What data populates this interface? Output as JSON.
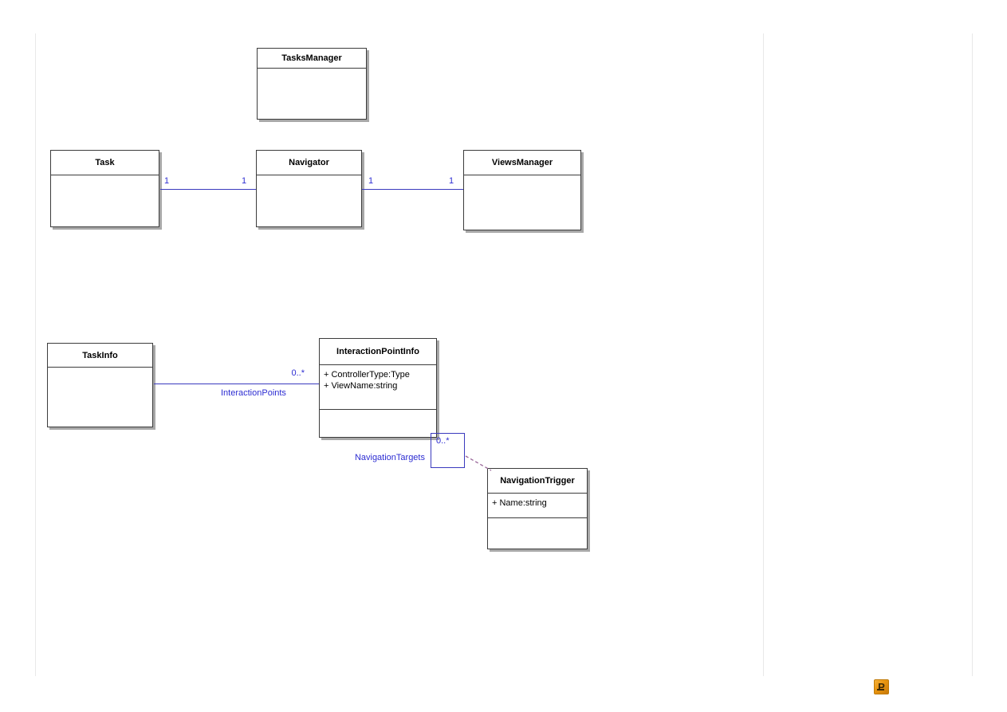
{
  "diagram": {
    "classes": {
      "tasksmanager": {
        "name": "TasksManager",
        "attributes": []
      },
      "task": {
        "name": "Task",
        "attributes": []
      },
      "navigator": {
        "name": "Navigator",
        "attributes": []
      },
      "viewsmanager": {
        "name": "ViewsManager",
        "attributes": []
      },
      "taskinfo": {
        "name": "TaskInfo",
        "attributes": []
      },
      "interactionpointinfo": {
        "name": "InteractionPointInfo",
        "attributes": [
          "+ ControllerType:Type",
          "+ ViewName:string"
        ]
      },
      "navigationtrigger": {
        "name": "NavigationTrigger",
        "attributes": [
          "+ Name:string"
        ]
      }
    },
    "associations": {
      "task_navigator": {
        "source_multiplicity": "1",
        "target_multiplicity": "1"
      },
      "navigator_viewsmanager": {
        "source_multiplicity": "1",
        "target_multiplicity": "1"
      },
      "taskinfo_interactionpointinfo": {
        "name": "InteractionPoints",
        "target_multiplicity": "0..*"
      },
      "interactionpointinfo_navigationtrigger": {
        "name": "NavigationTargets",
        "target_multiplicity": "0..*"
      }
    },
    "colors": {
      "association_line": "#3a3abe",
      "association_label": "#2d2dd2",
      "dashed_link": "#996699",
      "box_border": "#3c3c3c",
      "box_shadow": "#a8a8a8",
      "page_guide": "#e8e8e8"
    }
  },
  "taskbar": {
    "badge_glyph": "P",
    "badge_bg": "#e8940f"
  }
}
